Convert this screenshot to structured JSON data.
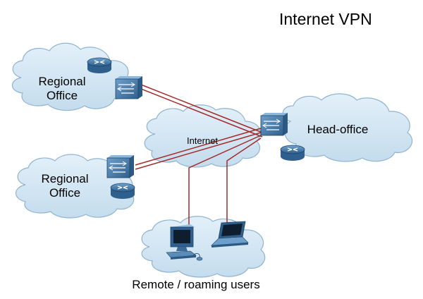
{
  "diagram": {
    "title": "Internet VPN",
    "internet_label": "Internet",
    "regional_office_top": {
      "line1": "Regional",
      "line2": "Office"
    },
    "regional_office_bottom": {
      "line1": "Regional",
      "line2": "Office"
    },
    "head_office_label": "Head-office",
    "remote_users_label": "Remote / roaming users"
  },
  "colors": {
    "cloud_fill": "#d3e6f3",
    "cloud_stroke": "#8fb4cf",
    "tunnel_line": "#a32a2a",
    "device_fill": "#4e84b4"
  }
}
